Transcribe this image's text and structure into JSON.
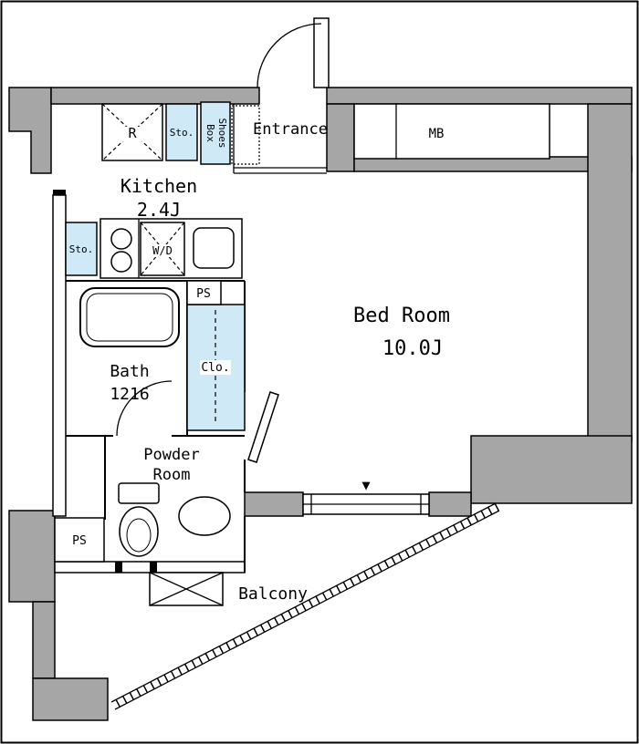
{
  "colors": {
    "wall_fill": "#a6a6a6",
    "storage_fill": "#cfe9f7",
    "line": "#000000",
    "background": "#ffffff"
  },
  "rooms": {
    "entrance": {
      "label": "Entrance"
    },
    "kitchen": {
      "label": "Kitchen",
      "size": "2.4J"
    },
    "bedroom": {
      "label": "Bed Room",
      "size": "10.0J"
    },
    "bath": {
      "label": "Bath",
      "size": "1216"
    },
    "powder_room": {
      "line1": "Powder",
      "line2": "Room"
    },
    "balcony": {
      "label": "Balcony"
    },
    "closet": {
      "label": "Clo."
    }
  },
  "fixtures": {
    "meter_box": "MB",
    "shoes_box": {
      "line1": "Shoes",
      "line2": "Box"
    },
    "storage_top": "Sto.",
    "storage_left": "Sto.",
    "refrigerator": "R",
    "washer_dryer": "W/D",
    "pipe_space_upper": "PS",
    "pipe_space_lower": "PS",
    "window_marker": "▼"
  }
}
